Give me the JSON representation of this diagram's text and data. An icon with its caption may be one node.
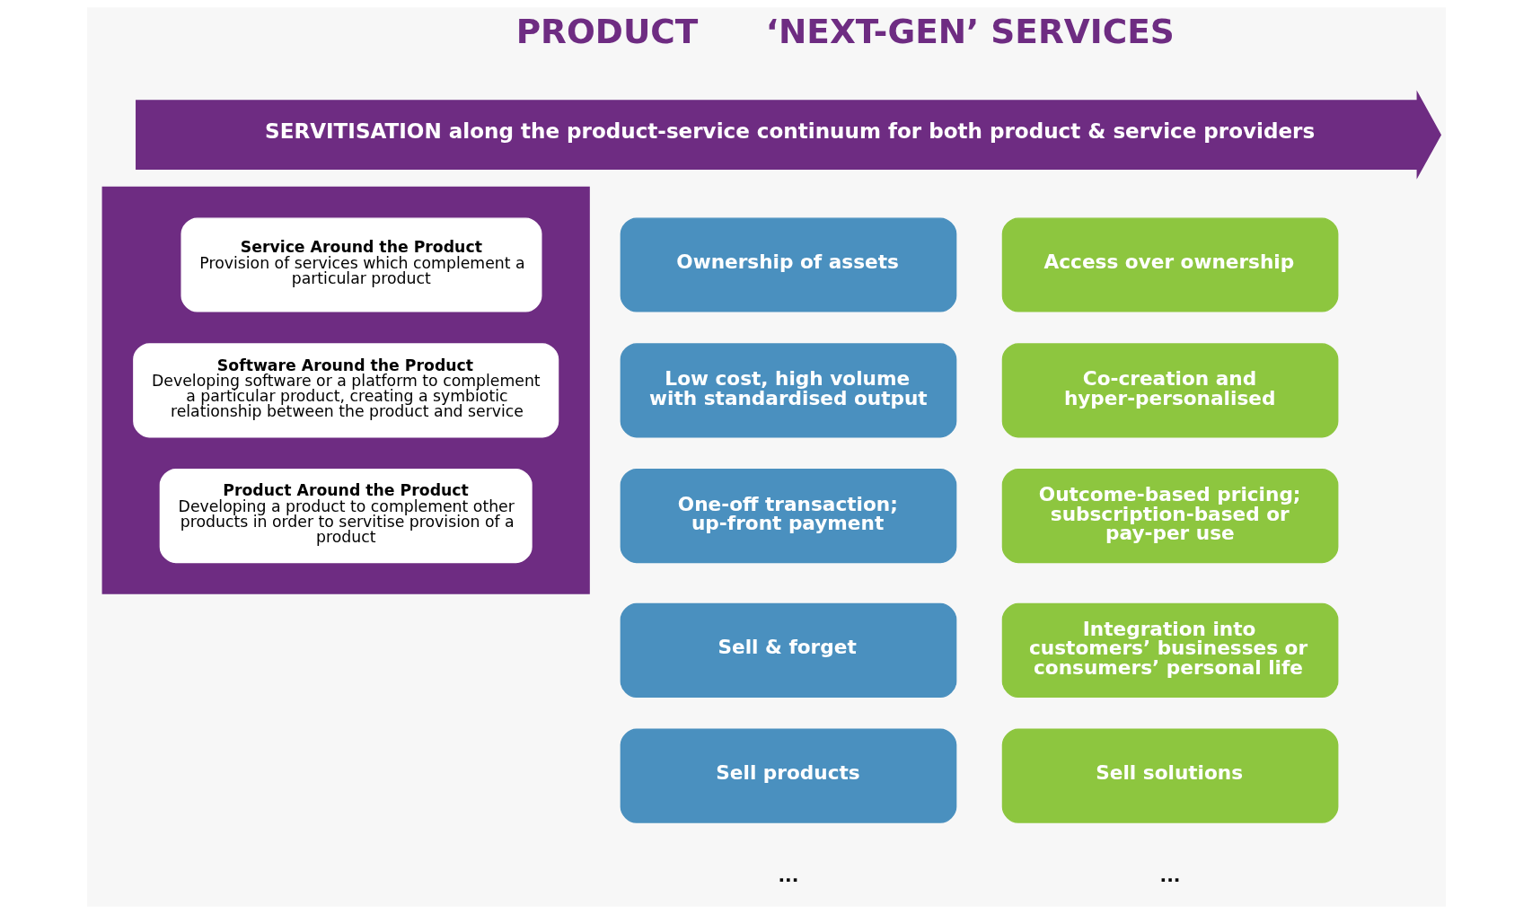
{
  "diagram": {
    "nodes": [
      {
        "text": [
          "SERVITISATION along the product-service continuum for both product & service providers"
        ]
      },
      {
        "text": [
          "Ownership of assets"
        ]
      },
      {
        "text": [
          "Low cost, high volume with standardised output"
        ]
      },
      {
        "text": [
          "One-off transaction; up-front payment"
        ]
      },
      {
        "text": [
          "Sell & forget"
        ]
      },
      {
        "text": [
          "Sell products"
        ]
      },
      {
        "text": [],
        "shape": "arrow"
      },
      {
        "text": [
          "Service Around the Product",
          "Provision of services which complement a particular product"
        ],
        "in": 6
      },
      {
        "text": [
          "Software Around the Product",
          "Developing software or a platform to complement a particular product, creating a symbiotic relationship between the product and service"
        ],
        "in": 6
      },
      {
        "text": [
          "Product Around the Product",
          "Developing a product to complement other products in order to servitise provision of a product"
        ],
        "in": 6
      },
      {
        "text": [
          "Access over ownership"
        ]
      },
      {
        "text": [
          "Co-creation and hyper-personalised"
        ]
      },
      {
        "text": [
          "Outcome-based pricing; subscription-based or pay-per use"
        ]
      },
      {
        "text": [
          "Integration into customers’ businesses or consumers’ personal life"
        ]
      },
      {
        "text": [
          "Sell solutions"
        ]
      }
    ],
    "edges": [],
    "labels": [
      "PRODUCT",
      "‘NEXT-GEN’ SERVICES",
      "...",
      "..."
    ]
  }
}
